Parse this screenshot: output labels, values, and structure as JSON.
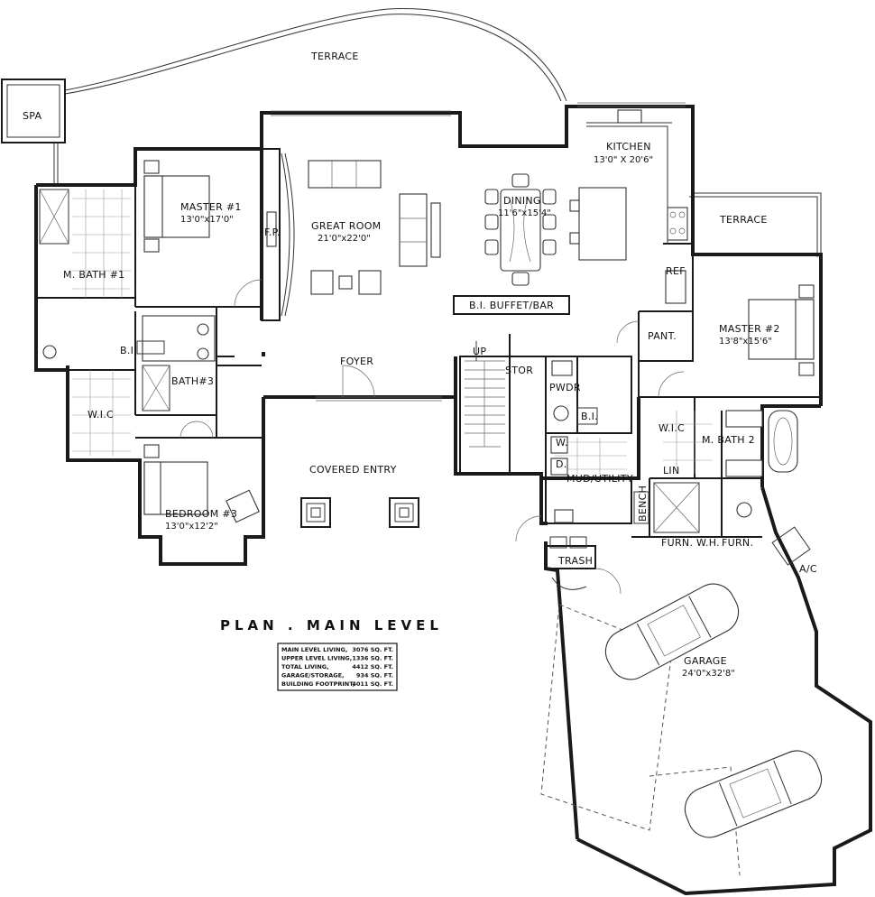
{
  "plan_title": "PLAN . MAIN LEVEL",
  "rooms": {
    "terrace_top": "TERRACE",
    "spa": "SPA",
    "kitchen": "KITCHEN",
    "kitchen_dim": "13'0\" X 20'6\"",
    "terrace_right": "TERRACE",
    "master1": "MASTER #1",
    "master1_dim": "13'0\"x17'0\"",
    "fp": "F.P.",
    "great_room": "GREAT ROOM",
    "great_room_dim": "21'0\"x22'0\"",
    "dining": "DINING",
    "dining_dim": "11'6\"x15'4\"",
    "m_bath1": "M. BATH #1",
    "ref": "REF",
    "master2": "MASTER #2",
    "master2_dim": "13'8\"x15'6\"",
    "buffet": "B.I. BUFFET/BAR",
    "pant": "PANT.",
    "bi_left": "B.I.",
    "up": "UP",
    "foyer": "FOYER",
    "stor": "STOR",
    "bath3": "BATH#3",
    "pwdr": "PWDR",
    "bi_right": "B.I.",
    "wic_left": "W.I.C",
    "wic_right": "W.I.C",
    "m_bath2": "M. BATH 2",
    "w": "W.",
    "d": "D.",
    "covered_entry": "COVERED ENTRY",
    "mud_utility": "MUD/UTILITY",
    "lin": "LIN",
    "bench": "BENCH",
    "bedroom3": "BEDROOM #3",
    "bedroom3_dim": "13'0\"x12'2\"",
    "furn_wh": "FURN. W.H.",
    "furn": "FURN.",
    "trash": "TRASH",
    "ac": "A/C",
    "garage": "GARAGE",
    "garage_dim": "24'0\"x32'8\""
  },
  "stats": [
    {
      "label": "MAIN LEVEL LIVING,",
      "value": "3076 SQ. FT."
    },
    {
      "label": "UPPER LEVEL LIVING,",
      "value": "1336 SQ. FT."
    },
    {
      "label": "TOTAL LIVING,",
      "value": "4412 SQ. FT."
    },
    {
      "label": "GARAGE/STORAGE,",
      "value": "934 SQ. FT."
    },
    {
      "label": "BUILDING FOOTPRINT,",
      "value": "4011 SQ. FT."
    }
  ]
}
